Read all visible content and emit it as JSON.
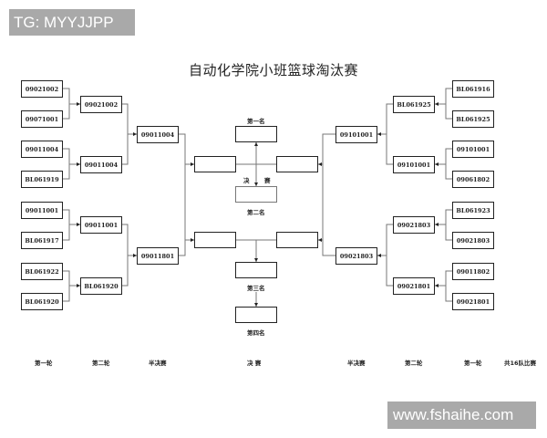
{
  "watermarks": {
    "top_left": "TG: MYYJJPP",
    "bottom_right": "www.fshaihe.com"
  },
  "title": "自动化学院小班篮球淘汰赛",
  "left": {
    "round1": [
      "09021002",
      "09071001",
      "09011004",
      "BL061919",
      "09011001",
      "BL061917",
      "BL061922",
      "BL061920"
    ],
    "round2": [
      "09021002",
      "09011004",
      "09011001",
      "BL061920"
    ],
    "semifinal": [
      "09011004",
      "09011801"
    ]
  },
  "right": {
    "round1": [
      "BL061916",
      "BL061925",
      "09101001",
      "09061802",
      "BL061923",
      "09021803",
      "09011802",
      "09021801"
    ],
    "round2": [
      "BL061925",
      "09101001",
      "09021803",
      "09021801"
    ],
    "semifinal": [
      "09101001",
      "09021803"
    ]
  },
  "center": {
    "first_place": "第一名",
    "final_label_left": "决",
    "final_label_right": "赛",
    "second_place": "第二名",
    "third_place": "第三名",
    "fourth_place": "第四名",
    "final_boxes": [
      "",
      ""
    ],
    "third_boxes": [
      "",
      ""
    ],
    "result_boxes": [
      "",
      "",
      "",
      ""
    ]
  },
  "footer": {
    "labels": [
      "第一轮",
      "第二轮",
      "半决赛",
      "决 赛",
      "半决赛",
      "第二轮",
      "第一轮",
      "共16队比赛"
    ]
  }
}
